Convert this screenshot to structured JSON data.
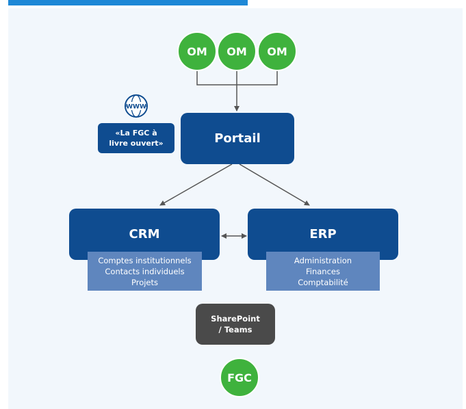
{
  "diagram": {
    "om_nodes": [
      "OM",
      "OM",
      "OM"
    ],
    "portail": "Portail",
    "web_box": {
      "line1": "«La FGC à",
      "line2": "livre ouvert»"
    },
    "globe_label": "WWW",
    "crm": {
      "title": "CRM",
      "items": [
        "Comptes institutionnels",
        "Contacts individuels",
        "Projets"
      ]
    },
    "erp": {
      "title": "ERP",
      "items": [
        "Administration",
        "Finances",
        "Comptabilité"
      ]
    },
    "sharepoint": {
      "line1": "SharePoint",
      "line2": "/ Teams"
    },
    "fgc": "FGC"
  },
  "colors": {
    "header_bar": "#1e88d6",
    "background": "#f2f7fc",
    "om_green": "#3fb23d",
    "node_blue": "#0f4c90",
    "sub_blue": "#5f86be",
    "sharepoint_gray": "#4a4a4a",
    "arrow": "#555555"
  }
}
